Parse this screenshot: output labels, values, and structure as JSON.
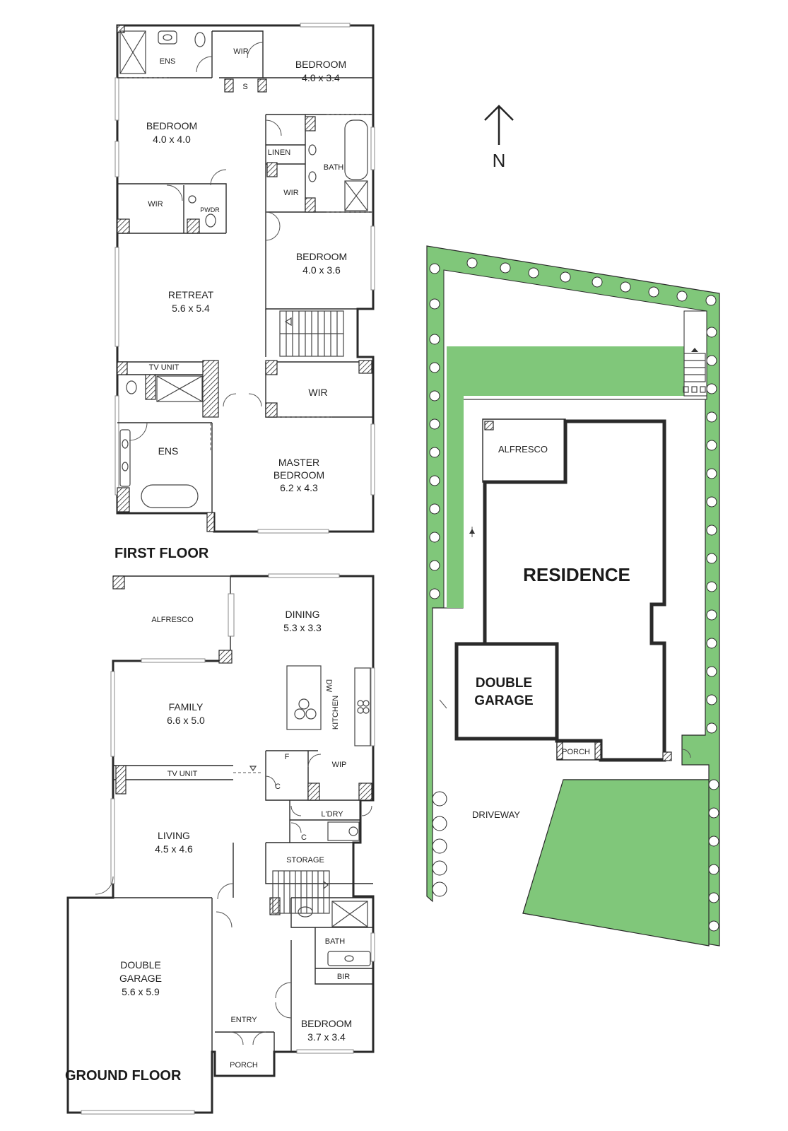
{
  "colors": {
    "lawn": "#80c77a",
    "walls": "#2a2a2a",
    "paper": "#ffffff"
  },
  "first_floor": {
    "title": "FIRST FLOOR",
    "rooms": {
      "ens_top": {
        "name": "ENS"
      },
      "wir_top": {
        "name": "WIR"
      },
      "bedroom_ne": {
        "name": "BEDROOM",
        "size": "4.0 x 3.4"
      },
      "store": {
        "name": "S"
      },
      "bedroom_nw": {
        "name": "BEDROOM",
        "size": "4.0 x 4.0"
      },
      "linen": {
        "name": "LINEN"
      },
      "bath": {
        "name": "BATH"
      },
      "wir_mid": {
        "name": "WIR"
      },
      "wir_left": {
        "name": "WIR"
      },
      "pwdr": {
        "name": "PWDR"
      },
      "bedroom_e": {
        "name": "BEDROOM",
        "size": "4.0 x 3.6"
      },
      "retreat": {
        "name": "RETREAT",
        "size": "5.6 x 5.4"
      },
      "tv_unit": {
        "name": "TV UNIT"
      },
      "wir_master": {
        "name": "WIR"
      },
      "ens_master": {
        "name": "ENS"
      },
      "master": {
        "name_line1": "MASTER",
        "name_line2": "BEDROOM",
        "size": "6.2 x 4.3"
      }
    }
  },
  "ground_floor": {
    "title": "GROUND FLOOR",
    "rooms": {
      "alfresco": {
        "name": "ALFRESCO"
      },
      "dining": {
        "name": "DINING",
        "size": "5.3 x 3.3"
      },
      "family": {
        "name": "FAMILY",
        "size": "6.6 x 5.0"
      },
      "dw": {
        "name": "DW"
      },
      "kitchen": {
        "name": "KITCHEN"
      },
      "fridge": {
        "name": "F"
      },
      "wip": {
        "name": "WIP"
      },
      "tv_unit": {
        "name": "TV UNIT"
      },
      "cupboard1": {
        "name": "C"
      },
      "laundry": {
        "name": "L'DRY"
      },
      "cupboard2": {
        "name": "C"
      },
      "living": {
        "name": "LIVING",
        "size": "4.5 x 4.6"
      },
      "storage": {
        "name": "STORAGE"
      },
      "bath": {
        "name": "BATH"
      },
      "bir": {
        "name": "BIR"
      },
      "garage": {
        "name_line1": "DOUBLE",
        "name_line2": "GARAGE",
        "size": "5.6 x 5.9"
      },
      "entry": {
        "name": "ENTRY"
      },
      "bedroom": {
        "name": "BEDROOM",
        "size": "3.7 x 3.4"
      },
      "porch": {
        "name": "PORCH"
      }
    }
  },
  "site_plan": {
    "north": "N",
    "residence": "RESIDENCE",
    "garage_line1": "DOUBLE",
    "garage_line2": "GARAGE",
    "alfresco": "ALFRESCO",
    "porch": "PORCH",
    "driveway": "DRIVEWAY"
  }
}
